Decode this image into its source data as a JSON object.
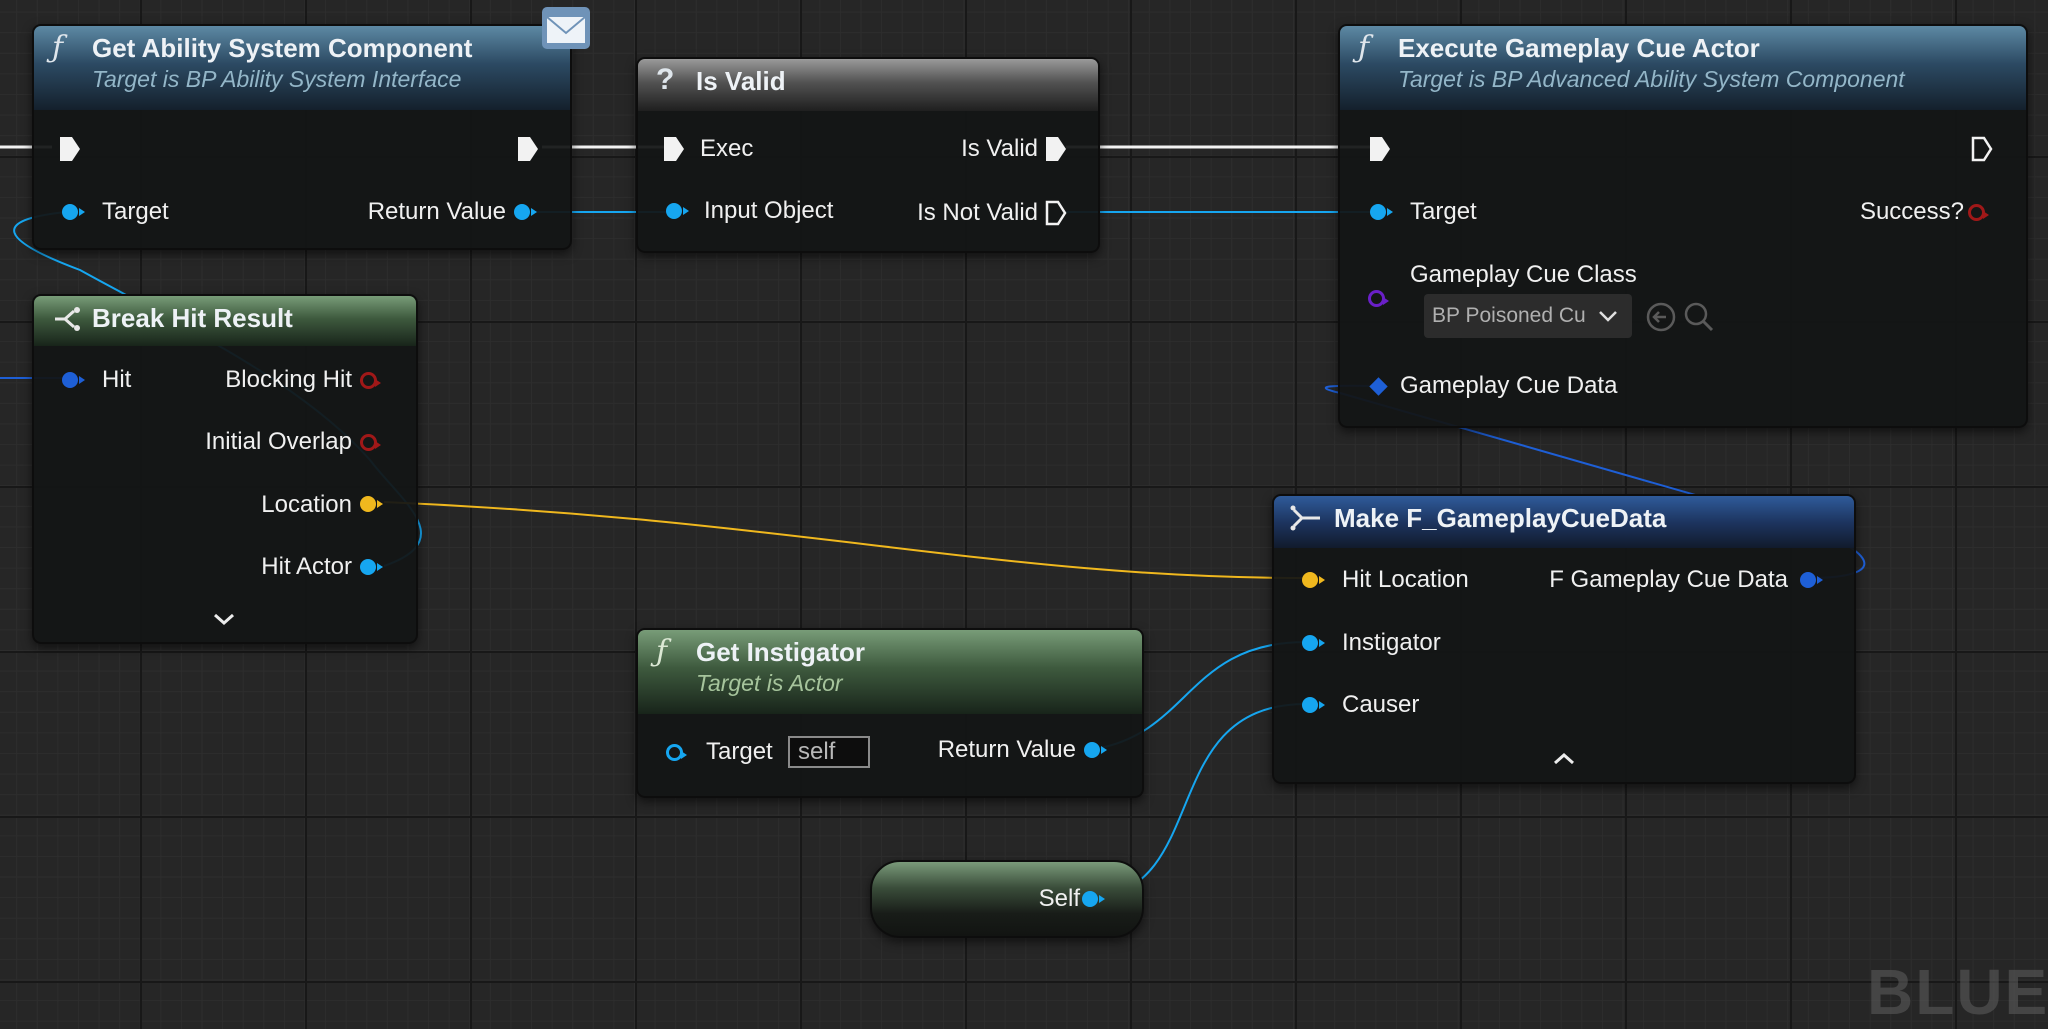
{
  "nodes": {
    "get_asc": {
      "title": "Get Ability System Component",
      "subtitle": "Target is BP Ability System Interface",
      "in_target": "Target",
      "out_return": "Return Value"
    },
    "is_valid": {
      "title": "Is Valid",
      "exec": "Exec",
      "input_object": "Input Object",
      "is_valid_out": "Is Valid",
      "is_not_valid_out": "Is Not Valid"
    },
    "execute_cue": {
      "title": "Execute Gameplay Cue Actor",
      "subtitle": "Target is BP Advanced Ability System Component",
      "target": "Target",
      "success": "Success?",
      "cue_class_label": "Gameplay Cue Class",
      "cue_class_value": "BP Poisoned Cu",
      "cue_data": "Gameplay Cue Data"
    },
    "break_hit": {
      "title": "Break Hit Result",
      "hit": "Hit",
      "blocking_hit": "Blocking Hit",
      "initial_overlap": "Initial Overlap",
      "location": "Location",
      "hit_actor": "Hit Actor"
    },
    "make_cue_data": {
      "title": "Make F_GameplayCueData",
      "hit_location": "Hit Location",
      "out": "F Gameplay Cue Data",
      "instigator": "Instigator",
      "causer": "Causer"
    },
    "get_instigator": {
      "title": "Get Instigator",
      "subtitle": "Target is Actor",
      "target": "Target",
      "target_default": "self",
      "out_return": "Return Value"
    },
    "self_node": {
      "label": "Self"
    }
  },
  "watermark": "BLUEI",
  "colors": {
    "object_pin": "#16a6f0",
    "bool_pin": "#a01818",
    "vector_pin": "#f0b81e",
    "struct_pin": "#1e5fd6",
    "class_pin": "#6a1fc8",
    "exec_wire": "#f2f2f2"
  }
}
